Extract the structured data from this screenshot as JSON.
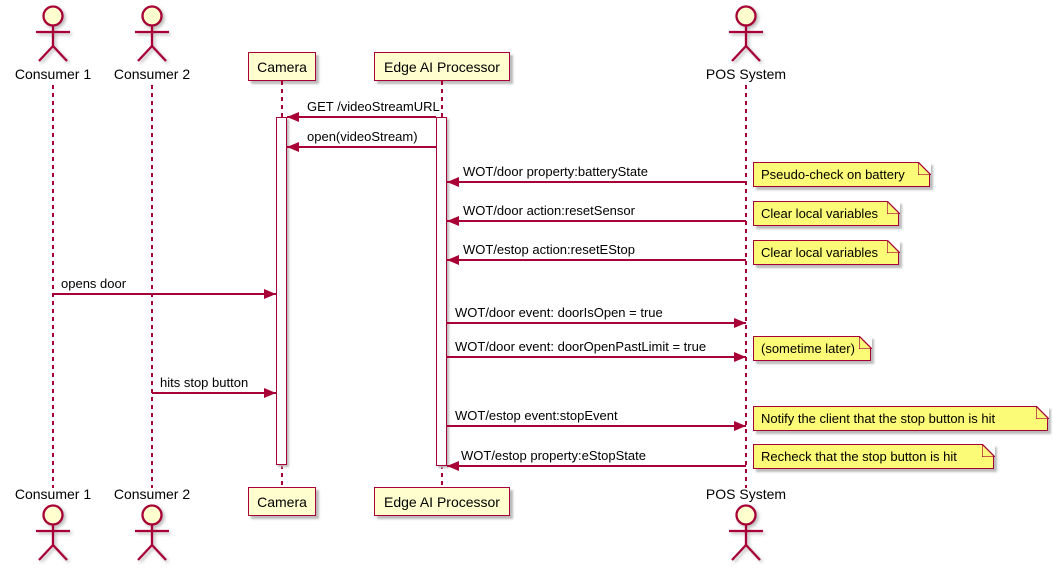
{
  "colors": {
    "line": "#A80036",
    "box-fill": "#FEFECE",
    "head-fill": "#FEFECE",
    "note-fill": "#FBFB77",
    "text": "#000000",
    "shadow": "#BBBBBB"
  },
  "participants": [
    {
      "id": "consumer1",
      "kind": "actor",
      "label": "Consumer 1"
    },
    {
      "id": "consumer2",
      "kind": "actor",
      "label": "Consumer 2"
    },
    {
      "id": "camera",
      "kind": "participant",
      "label": "Camera"
    },
    {
      "id": "edge-ai",
      "kind": "participant",
      "label": "Edge AI Processor"
    },
    {
      "id": "pos",
      "kind": "actor",
      "label": "POS System"
    }
  ],
  "messages": [
    {
      "from": "edge-ai",
      "to": "camera",
      "label": "GET /videoStreamURL"
    },
    {
      "from": "edge-ai",
      "to": "camera",
      "label": "open(videoStream)"
    },
    {
      "from": "pos",
      "to": "edge-ai",
      "label": "WOT/door property:batteryState"
    },
    {
      "from": "pos",
      "to": "edge-ai",
      "label": "WOT/door action:resetSensor"
    },
    {
      "from": "pos",
      "to": "edge-ai",
      "label": "WOT/estop action:resetEStop"
    },
    {
      "from": "consumer1",
      "to": "camera",
      "label": "opens door"
    },
    {
      "from": "edge-ai",
      "to": "pos",
      "label": "WOT/door event: doorIsOpen = true"
    },
    {
      "from": "edge-ai",
      "to": "pos",
      "label": "WOT/door event: doorOpenPastLimit = true"
    },
    {
      "from": "consumer2",
      "to": "camera",
      "label": "hits stop button"
    },
    {
      "from": "edge-ai",
      "to": "pos",
      "label": "WOT/estop event:stopEvent"
    },
    {
      "from": "pos",
      "to": "edge-ai",
      "label": "WOT/estop property:eStopState"
    }
  ],
  "notes": [
    {
      "label": "Pseudo-check on battery",
      "attached_to": "WOT/door property:batteryState"
    },
    {
      "label": "Clear local variables",
      "attached_to": "WOT/door action:resetSensor"
    },
    {
      "label": "Clear local variables",
      "attached_to": "WOT/estop action:resetEStop"
    },
    {
      "label": "(sometime later)",
      "attached_to": "WOT/door event: doorOpenPastLimit = true"
    },
    {
      "label": "Notify the client that the stop button is hit",
      "attached_to": "WOT/estop event:stopEvent"
    },
    {
      "label": "Recheck that the stop button is hit",
      "attached_to": "WOT/estop property:eStopState"
    }
  ]
}
